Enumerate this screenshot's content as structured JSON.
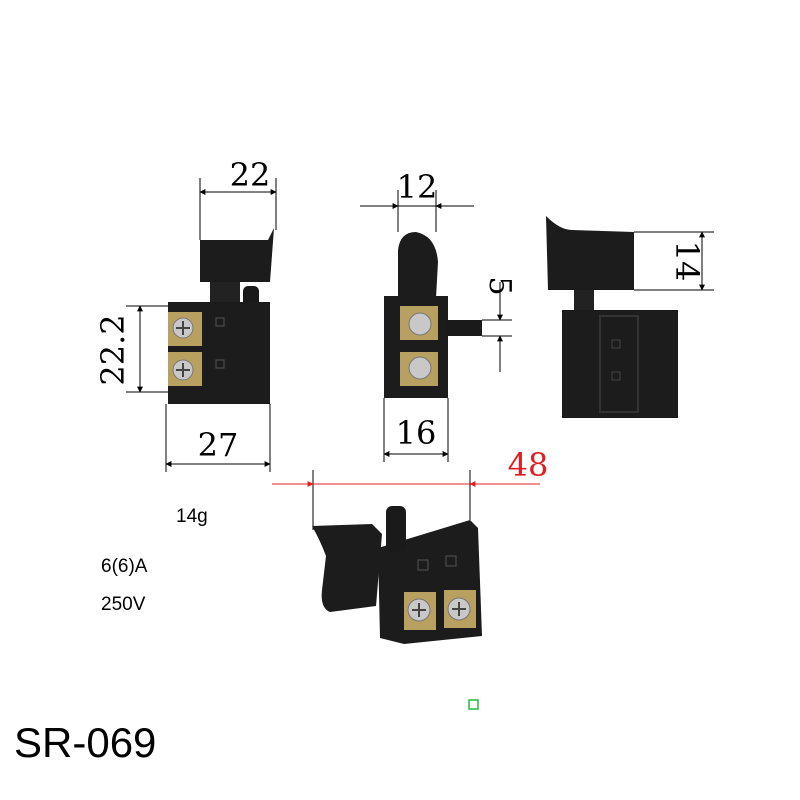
{
  "dimensions": {
    "front_top_width": "22",
    "front_height": "22.2",
    "front_body_width": "27",
    "side_top_width": "12",
    "side_plunger": "5",
    "side_body_width": "16",
    "back_trigger_height": "14",
    "overall_length": "48"
  },
  "specs": {
    "weight": "14g",
    "current_rating": "6(6)A",
    "voltage_rating": "250V"
  },
  "model": "SR-069",
  "colors": {
    "switch_body": "#1c1c1c",
    "terminal_brass": "#b8a060",
    "screw_silver": "#c8c8c8",
    "overall_dimension": "#e02020",
    "marker": "#22bb44"
  }
}
